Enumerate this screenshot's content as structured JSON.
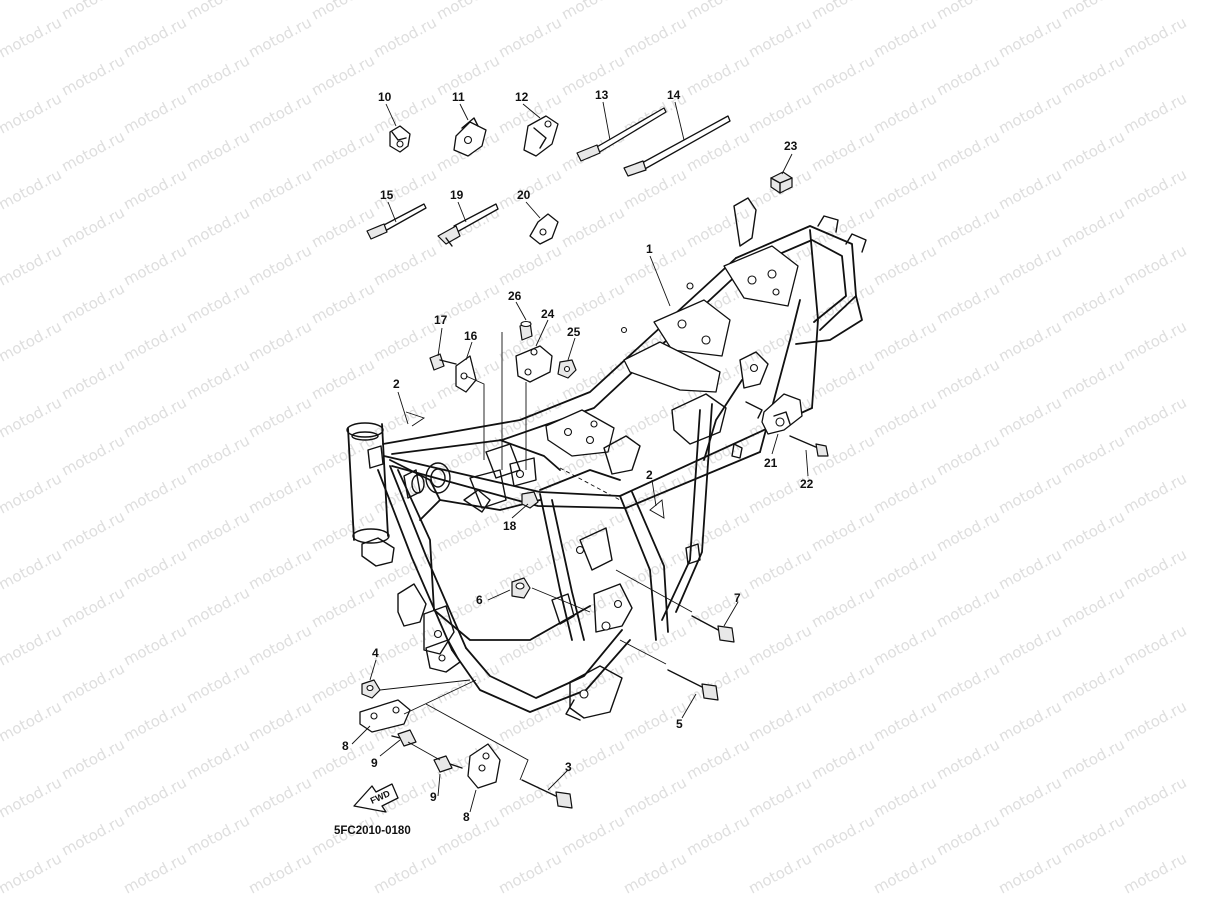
{
  "watermark": {
    "text": "motod.ru",
    "color": "#dedede"
  },
  "diagram_code": "5FC2010-0180",
  "fwd_label": "FWD",
  "callouts": [
    {
      "id": "c1",
      "label": "1"
    },
    {
      "id": "c2a",
      "label": "2"
    },
    {
      "id": "c2b",
      "label": "2"
    },
    {
      "id": "c3",
      "label": "3"
    },
    {
      "id": "c4",
      "label": "4"
    },
    {
      "id": "c5",
      "label": "5"
    },
    {
      "id": "c6",
      "label": "6"
    },
    {
      "id": "c7",
      "label": "7"
    },
    {
      "id": "c8a",
      "label": "8"
    },
    {
      "id": "c8b",
      "label": "8"
    },
    {
      "id": "c9a",
      "label": "9"
    },
    {
      "id": "c9b",
      "label": "9"
    },
    {
      "id": "c10",
      "label": "10"
    },
    {
      "id": "c11",
      "label": "11"
    },
    {
      "id": "c12",
      "label": "12"
    },
    {
      "id": "c13",
      "label": "13"
    },
    {
      "id": "c14",
      "label": "14"
    },
    {
      "id": "c15",
      "label": "15"
    },
    {
      "id": "c16",
      "label": "16"
    },
    {
      "id": "c17",
      "label": "17"
    },
    {
      "id": "c18",
      "label": "18"
    },
    {
      "id": "c19",
      "label": "19"
    },
    {
      "id": "c20",
      "label": "20"
    },
    {
      "id": "c21",
      "label": "21"
    },
    {
      "id": "c22",
      "label": "22"
    },
    {
      "id": "c23",
      "label": "23"
    },
    {
      "id": "c24",
      "label": "24"
    },
    {
      "id": "c25",
      "label": "25"
    },
    {
      "id": "c26",
      "label": "26"
    }
  ]
}
